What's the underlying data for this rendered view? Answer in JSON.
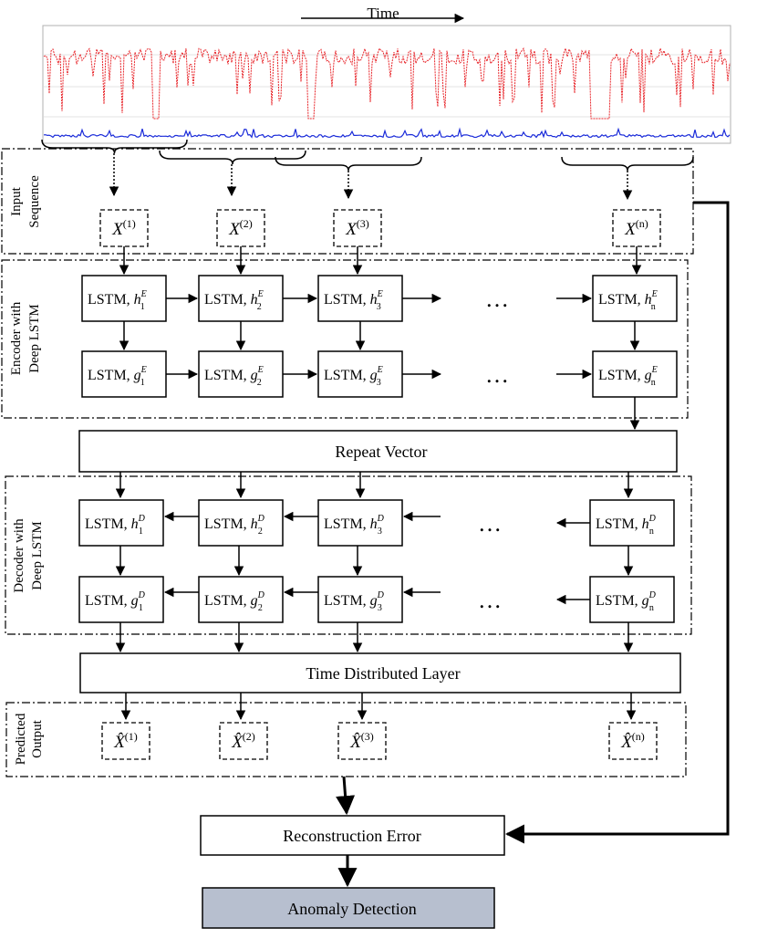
{
  "time_label": "Time",
  "sections": {
    "input": [
      "Input",
      "Sequence"
    ],
    "encoder": [
      "Encoder with",
      "Deep LSTM"
    ],
    "decoder": [
      "Decoder with",
      "Deep LSTM"
    ],
    "output": [
      "Predicted",
      "Output"
    ]
  },
  "inputs": [
    {
      "base": "X",
      "sup": "(1)"
    },
    {
      "base": "X",
      "sup": "(2)"
    },
    {
      "base": "X",
      "sup": "(3)"
    },
    {
      "base": "X",
      "sup": "(n)"
    }
  ],
  "outputs": [
    {
      "base": "X̂",
      "sup": "(1)"
    },
    {
      "base": "X̂",
      "sup": "(2)"
    },
    {
      "base": "X̂",
      "sup": "(3)"
    },
    {
      "base": "X̂",
      "sup": "(n)"
    }
  ],
  "encoder_h": [
    {
      "prefix": "LSTM, ",
      "var": "h",
      "sub": "1",
      "sup": "E"
    },
    {
      "prefix": "LSTM, ",
      "var": "h",
      "sub": "2",
      "sup": "E"
    },
    {
      "prefix": "LSTM, ",
      "var": "h",
      "sub": "3",
      "sup": "E"
    },
    {
      "prefix": "LSTM, ",
      "var": "h",
      "sub": "n",
      "sup": "E"
    }
  ],
  "encoder_g": [
    {
      "prefix": "LSTM, ",
      "var": "g",
      "sub": "1",
      "sup": "E"
    },
    {
      "prefix": "LSTM, ",
      "var": "g",
      "sub": "2",
      "sup": "E"
    },
    {
      "prefix": "LSTM, ",
      "var": "g",
      "sub": "3",
      "sup": "E"
    },
    {
      "prefix": "LSTM, ",
      "var": "g",
      "sub": "n",
      "sup": "E"
    }
  ],
  "decoder_h": [
    {
      "prefix": "LSTM, ",
      "var": "h",
      "sub": "1",
      "sup": "D"
    },
    {
      "prefix": "LSTM, ",
      "var": "h",
      "sub": "2",
      "sup": "D"
    },
    {
      "prefix": "LSTM, ",
      "var": "h",
      "sub": "3",
      "sup": "D"
    },
    {
      "prefix": "LSTM, ",
      "var": "h",
      "sub": "n",
      "sup": "D"
    }
  ],
  "decoder_g": [
    {
      "prefix": "LSTM, ",
      "var": "g",
      "sub": "1",
      "sup": "D"
    },
    {
      "prefix": "LSTM, ",
      "var": "g",
      "sub": "2",
      "sup": "D"
    },
    {
      "prefix": "LSTM, ",
      "var": "g",
      "sub": "3",
      "sup": "D"
    },
    {
      "prefix": "LSTM, ",
      "var": "g",
      "sub": "n",
      "sup": "D"
    }
  ],
  "ellipsis": "…",
  "repeat_vector": "Repeat Vector",
  "time_distributed": "Time Distributed Layer",
  "reconstruction_error": "Reconstruction Error",
  "anomaly_detection": "Anomaly Detection",
  "colors": {
    "signal_red": "#e8262b",
    "signal_blue": "#1a2bd9",
    "anomaly_fill": "#b7bfcf",
    "stroke": "#000000"
  }
}
